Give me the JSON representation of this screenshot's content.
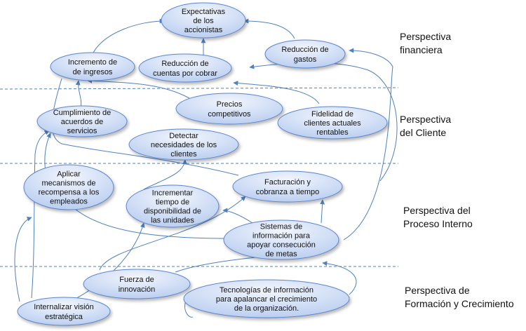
{
  "perspectives": {
    "financiera": {
      "line1": "Perspectiva",
      "line2": "financiera"
    },
    "cliente": {
      "line1": "Perspectiva",
      "line2": "del Cliente"
    },
    "proceso": {
      "line1": "Perspectiva del",
      "line2": "Proceso Interno"
    },
    "formacion": {
      "line1": "Perspectiva de",
      "line2": "Formación y Crecimiento"
    }
  },
  "nodes": {
    "expectativas": {
      "lines": [
        "Expectativas",
        "de los",
        "accionistas"
      ]
    },
    "incremento": {
      "lines": [
        "Incremento de",
        "de ingresos"
      ]
    },
    "reduccion_cuentas": {
      "lines": [
        "Reducción de",
        "cuentas por cobrar"
      ]
    },
    "reduccion_gastos": {
      "lines": [
        "Reducción de",
        "gastos"
      ]
    },
    "precios": {
      "lines": [
        "Precios",
        "competitivos"
      ]
    },
    "cumplimiento": {
      "lines": [
        "Cumplimiento de",
        "acuerdos de",
        "servicios"
      ]
    },
    "fidelidad": {
      "lines": [
        "Fidelidad de",
        "clientes actuales",
        "rentables"
      ]
    },
    "detectar": {
      "lines": [
        "Detectar",
        "necesidades de los",
        "clientes"
      ]
    },
    "aplicar": {
      "lines": [
        "Aplicar",
        "mecanismos de",
        "recompensa a los",
        "empleados"
      ]
    },
    "facturacion": {
      "lines": [
        "Facturación y",
        "cobranza a tiempo"
      ]
    },
    "incrementar_tiempo": {
      "lines": [
        "Incrementar",
        "tiempo de",
        "disponibilidad de",
        "las unidades"
      ]
    },
    "sistemas": {
      "lines": [
        "Sistemas de",
        "información para",
        "apoyar consecución",
        "de metas"
      ]
    },
    "fuerza": {
      "lines": [
        "Fuerza de",
        "innovación"
      ]
    },
    "tecnologias": {
      "lines": [
        "Tecnologías de información",
        "para apalancar el crecimiento",
        "de la organización."
      ]
    },
    "internalizar": {
      "lines": [
        "Internalizar visión",
        "estratégica"
      ]
    }
  },
  "colors": {
    "node_fill_light": "#f2f6fd",
    "node_fill_dark": "#b9cdf0",
    "node_stroke": "#5b86cc",
    "connector": "#4f81bd",
    "divider": "#4f81bd"
  }
}
